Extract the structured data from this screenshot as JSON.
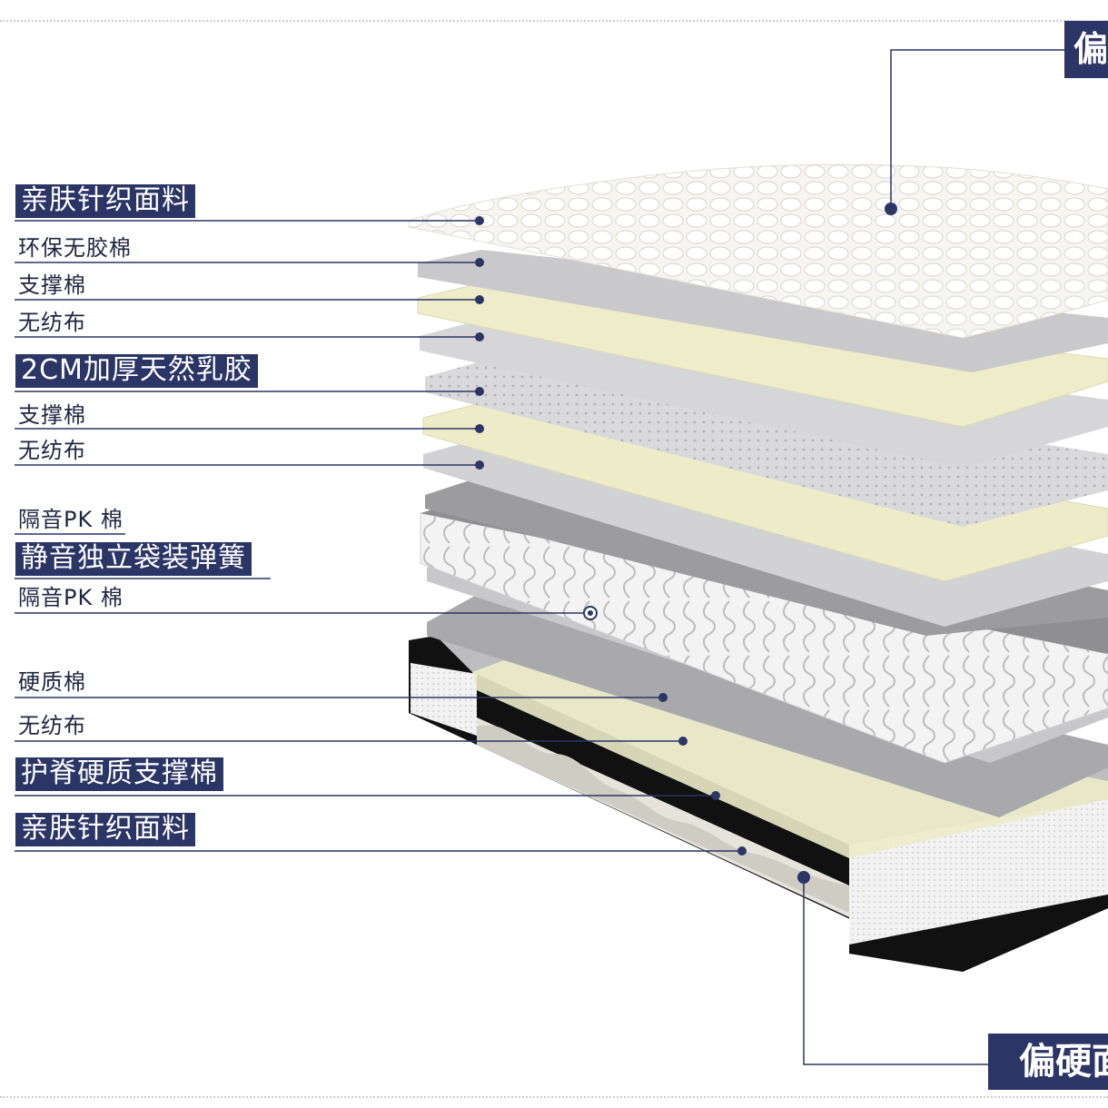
{
  "colors": {
    "navy": "#2b3566",
    "line": "#2b3566",
    "background": "#ffffff"
  },
  "callouts": {
    "top_right": "偏",
    "bottom_right": "偏硬面"
  },
  "layers": [
    {
      "label": "亲肤针织面料",
      "style": "box"
    },
    {
      "label": "环保无胶棉",
      "style": "plain"
    },
    {
      "label": "支撑棉",
      "style": "plain"
    },
    {
      "label": "无纺布",
      "style": "plain"
    },
    {
      "label": "2CM加厚天然乳胶",
      "style": "box"
    },
    {
      "label": "支撑棉",
      "style": "plain"
    },
    {
      "label": "无纺布",
      "style": "plain"
    },
    {
      "label": "隔音PK 棉",
      "style": "plain"
    },
    {
      "label": "静音独立袋装弹簧",
      "style": "box"
    },
    {
      "label": "隔音PK 棉",
      "style": "plain"
    },
    {
      "label": "硬质棉",
      "style": "plain"
    },
    {
      "label": "无纺布",
      "style": "plain"
    },
    {
      "label": "护脊硬质支撑棉",
      "style": "box"
    },
    {
      "label": "亲肤针织面料",
      "style": "box"
    }
  ]
}
